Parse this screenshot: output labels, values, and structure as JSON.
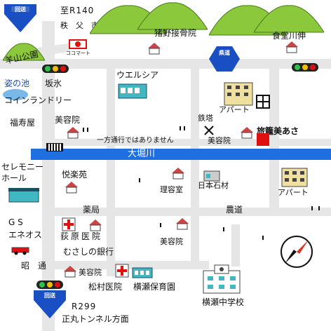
{
  "colors": {
    "road": "#e6e6e6",
    "river": "#1f6fe0",
    "route_sign": "#1a4fc4",
    "mountain": "#8cc83c",
    "building_teal": "#3fb8c4",
    "destination": "#e01010",
    "compass_needle": "#e03020"
  },
  "routes": {
    "top_sign": "回送",
    "top_dest": "至R140",
    "top_dir": "秩　父　市",
    "bottom_sign": "回送",
    "bottom_dest": "R299",
    "bottom_dir": "正丸トンネル方面",
    "bus_sign": "県道"
  },
  "river": {
    "name": "大堀川"
  },
  "notices": {
    "one_way": "一方通行ではありません"
  },
  "places": {
    "koinobashi": "猪野接骨院",
    "shokudo": "食堂川伸",
    "cocomart": "ココマート",
    "hitsujiyama": "羊山公園",
    "welcia": "ウエルシア",
    "sugata_no_ike": "姿の池",
    "sakamizu": "坂氷",
    "coin_laundry": "コインランドリー",
    "apartment_top": "アパート",
    "fukujuya": "福寿屋",
    "biyoin_left": "美容院",
    "tekko": "鉄塔",
    "biyoin_center": "美容院",
    "destination": "旅籠美あさ",
    "selemony_hall": "セレモニーホール",
    "etsurakuen": "悦楽苑",
    "riyoshitsu": "理容室",
    "nihon_sekizai": "日本石材",
    "apartment_right": "アパート",
    "yakkyoku": "薬局",
    "nodo": "農道",
    "gs": "G S",
    "eneos": "エネオス",
    "ogihara": "荻原医院",
    "musashino_bank": "むさしの銀行",
    "biyoin_mid": "美容院",
    "akari": "昭　通",
    "biyoin_bottom": "美容院",
    "matsumura": "松村医院",
    "yokose_hoikuen": "横瀬保育園",
    "yokose_chugakko": "横瀬中学校"
  },
  "icons": {
    "route_sign": "route-sign-icon",
    "mountain": "mountain-icon",
    "house": "house-icon",
    "building": "building-icon",
    "apartment": "apartment-icon",
    "traffic_light": "traffic-light-icon",
    "pond": "pond-icon",
    "hospital": "hospital-cross-icon",
    "school": "school-icon",
    "tower": "tower-icon",
    "compass": "compass-icon",
    "bridge": "bridge-icon",
    "car": "car-icon",
    "cocomart_sign": "cocomart-sign-icon",
    "bus_stop": "prefectural-road-sign-icon"
  }
}
